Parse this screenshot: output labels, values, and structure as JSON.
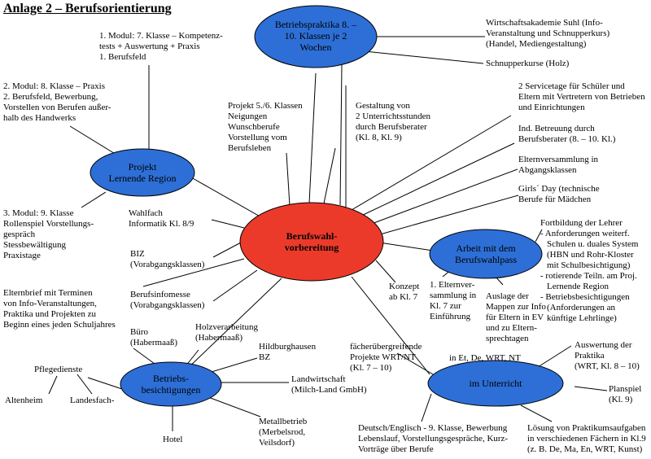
{
  "title": "Anlage 2 – Berufsorientierung",
  "colors": {
    "center": "#ec3a2a",
    "node": "#2d6fd6",
    "stroke": "#000000"
  },
  "center": {
    "line1": "Berufswahl-",
    "line2": "vorbereitung"
  },
  "nodes": {
    "betriebspraktika": [
      "Betriebspraktika 8. –",
      "10. Klassen je 2",
      "Wochen"
    ],
    "projekt": [
      "Projekt",
      "Lernende Region"
    ],
    "arbeit": [
      "Arbeit mit dem",
      "Berufswahlpass"
    ],
    "besichtigungen": [
      "Betriebs-",
      "besichtigungen"
    ],
    "unterricht": [
      "im Unterricht"
    ]
  },
  "labels": {
    "modul1": [
      "1. Modul: 7. Klasse – Kompetenz-",
      "tests + Auswertung + Praxis",
      "1. Berufsfeld"
    ],
    "modul2": [
      "2. Modul: 8. Klasse – Praxis",
      "2. Berufsfeld, Bewerbung,",
      "Vorstellen von Berufen außer-",
      "halb des Handwerks"
    ],
    "modul3": [
      "3. Modul: 9. Klasse",
      "Rollenspiel Vorstellungs-",
      "gespräch",
      "Stessbewältigung",
      "Praxistage"
    ],
    "projekt56": [
      "Projekt 5./6. Klassen",
      "Neigungen",
      "Wunschberufe",
      "Vorstellung vom",
      "Berufsleben"
    ],
    "gestaltung": [
      "Gestaltung von",
      "2 Unterrichtsstunden",
      "durch Berufsberater",
      "(Kl. 8, Kl. 9)"
    ],
    "wirtschaft": [
      "Wirtschaftsakademie Suhl (Info-",
      "Veranstaltung und Schnupperkurs)",
      "(Handel, Mediengestaltung)"
    ],
    "schnupper": [
      "Schnupperkurse (Holz)"
    ],
    "servicetage": [
      "2 Servicetage für Schüler und",
      "Eltern mit Vertretern von Betrieben",
      "und Einrichtungen"
    ],
    "betreuung": [
      "Ind. Betreuung durch",
      "Berufsberater (8. – 10. Kl.)"
    ],
    "elternvers": [
      "Elternversammlung in",
      "Abgangsklassen"
    ],
    "girls": [
      "Girls´ Day (technische",
      "Berufe für Mädchen"
    ],
    "wahlfach": [
      "Wahlfach",
      "Informatik Kl. 8/9"
    ],
    "biz": [
      "BIZ",
      "(Vorabgangsklassen)"
    ],
    "fortbildung": [
      "Fortbildung der Lehrer",
      "- Anforderungen weiterf.",
      "Schulen u. duales System",
      "(HBN und Rohr-Kloster",
      "mit Schulbesichtigung)",
      "- rotierende Teiln. am Proj.",
      "Lernende Region",
      "- Betriebsbesichtigungen",
      "(Anforderungen an",
      "künftige Lehrlinge)"
    ],
    "elternbrief": [
      "Elternbrief mit Terminen",
      "von Info-Veranstaltungen,",
      "Praktika und Projekten zu",
      "Beginn eines jeden Schuljahres"
    ],
    "messe": [
      "Berufsinfomesse",
      "(Vorabgangsklassen)"
    ],
    "konzept": [
      "Konzept",
      "ab Kl. 7"
    ],
    "eltern1": [
      "1. Elternver-",
      "sammlung in",
      "Kl. 7 zur",
      "Einführung"
    ],
    "auslage": [
      "Auslage der",
      "Mappen zur Info",
      "für Eltern in EV",
      "und zu Eltern-",
      "sprechtagen"
    ],
    "inet": [
      "in Et, De, WRT, NT"
    ],
    "buero": [
      "Büro",
      "(Habermaaß)"
    ],
    "holz": [
      "Holzverarbeitung",
      "(Habermaaß)"
    ],
    "hildburg": [
      "Hildburghausen",
      "BZ"
    ],
    "faecher": [
      "fächerübergreifende",
      "Projekte WRT/NT",
      "(Kl. 7 – 10)"
    ],
    "auswertung": [
      "Auswertung der",
      "Praktika",
      "(WRT, Kl. 8 – 10)"
    ],
    "pflege": [
      "Pflegedienste"
    ],
    "altenheim": [
      "Altenheim"
    ],
    "landes": [
      "Landesfach-"
    ],
    "landwirt": [
      "Landwirtschaft",
      "(Milch-Land GmbH)"
    ],
    "planspiel": [
      "Planspiel",
      "(Kl. 9)"
    ],
    "hotel": [
      "Hotel"
    ],
    "metall": [
      "Metallbetrieb",
      "(Merbelsrod,",
      "Veilsdorf)"
    ],
    "deutsch": [
      "Deutsch/Englisch - 9. Klasse, Bewerbung",
      "Lebenslauf, Vorstellungsgespräche, Kurz-",
      "Vorträge über Berufe"
    ],
    "loesung": [
      "Lösung von Praktikumsaufgaben",
      "in verschiedenen Fächern in Kl.9",
      "(z. B. De, Ma, En, WRT, Kunst)"
    ]
  }
}
